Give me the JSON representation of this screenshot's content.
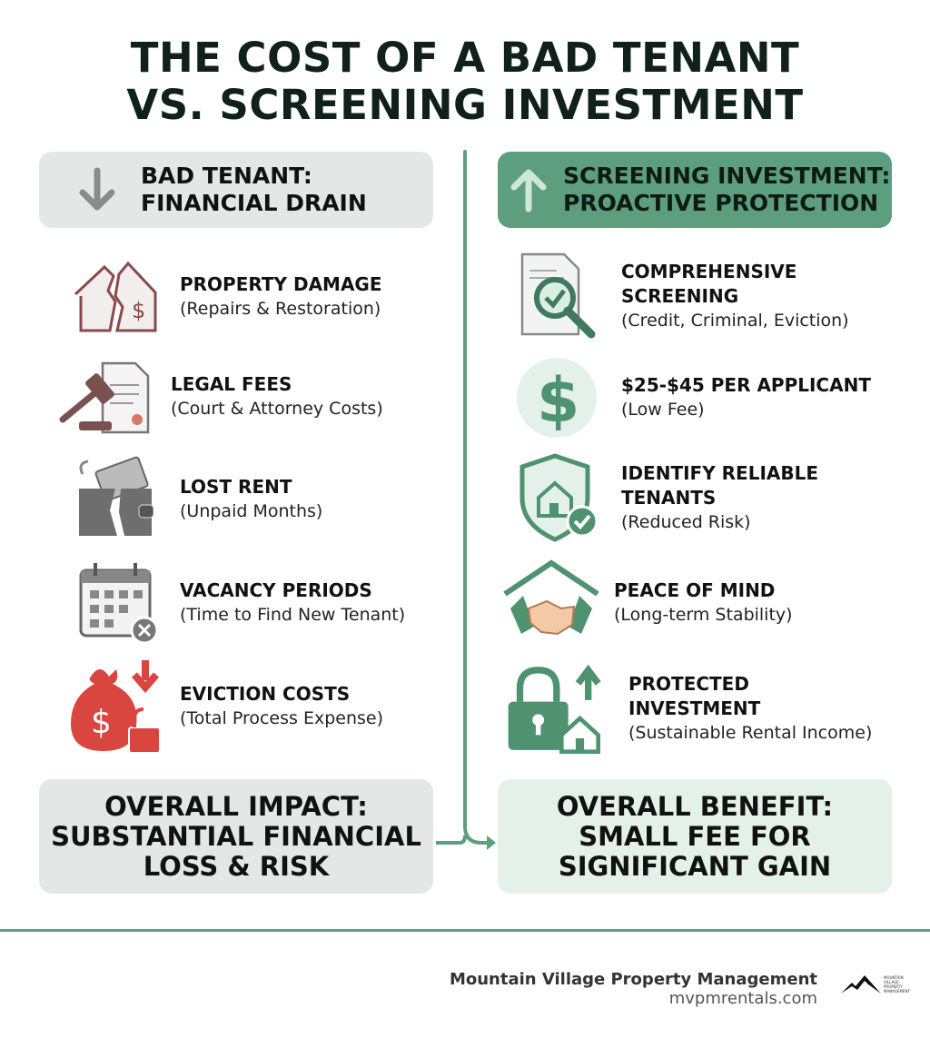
{
  "title": [
    "THE COST OF A BAD TENANT",
    "VS. SCREENING INVESTMENT"
  ],
  "colors": {
    "accent_green": "#5c9e7d",
    "bad_red": "#d9453f",
    "neutral_gray": "#e5e7e7",
    "light_green": "#e3f1ea"
  },
  "left": {
    "header": [
      "BAD TENANT:",
      "FINANCIAL DRAIN"
    ],
    "header_icon": "arrow-down-icon",
    "items": [
      {
        "icon": "broken-house-icon",
        "title": "PROPERTY DAMAGE",
        "sub": "(Repairs & Restoration)"
      },
      {
        "icon": "gavel-document-icon",
        "title": "LEGAL FEES",
        "sub": "(Court & Attorney Costs)"
      },
      {
        "icon": "broken-wallet-icon",
        "title": "LOST RENT",
        "sub": "(Unpaid Months)"
      },
      {
        "icon": "calendar-x-icon",
        "title": "VACANCY PERIODS",
        "sub": "(Time to Find New Tenant)"
      },
      {
        "icon": "money-bag-lock-icon",
        "title": "EVICTION COSTS",
        "sub": "(Total Process Expense)"
      }
    ],
    "summary": [
      "OVERALL IMPACT:",
      "SUBSTANTIAL FINANCIAL",
      "LOSS & RISK"
    ]
  },
  "right": {
    "header": [
      "SCREENING INVESTMENT:",
      "PROACTIVE PROTECTION"
    ],
    "header_icon": "arrow-up-icon",
    "items": [
      {
        "icon": "document-magnifier-icon",
        "title": "COMPREHENSIVE SCREENING",
        "sub": "(Credit, Criminal, Eviction)"
      },
      {
        "icon": "dollar-icon",
        "title": "$25-$45 PER APPLICANT",
        "sub": "(Low Fee)"
      },
      {
        "icon": "shield-house-check-icon",
        "title": "IDENTIFY RELIABLE TENANTS",
        "sub": "(Reduced Risk)"
      },
      {
        "icon": "handshake-roof-icon",
        "title": "PEACE OF MIND",
        "sub": "(Long-term Stability)"
      },
      {
        "icon": "lock-house-arrow-icon",
        "title": "PROTECTED INVESTMENT",
        "sub": "(Sustainable Rental Income)"
      }
    ],
    "summary": [
      "OVERALL BENEFIT:",
      "SMALL FEE FOR",
      "SIGNIFICANT GAIN"
    ]
  },
  "footer": {
    "company": "Mountain Village Property Management",
    "url": "mvpmrentals.com",
    "logo_text": "MOUNTAIN VILLAGE PROPERTY MANAGEMENT"
  }
}
